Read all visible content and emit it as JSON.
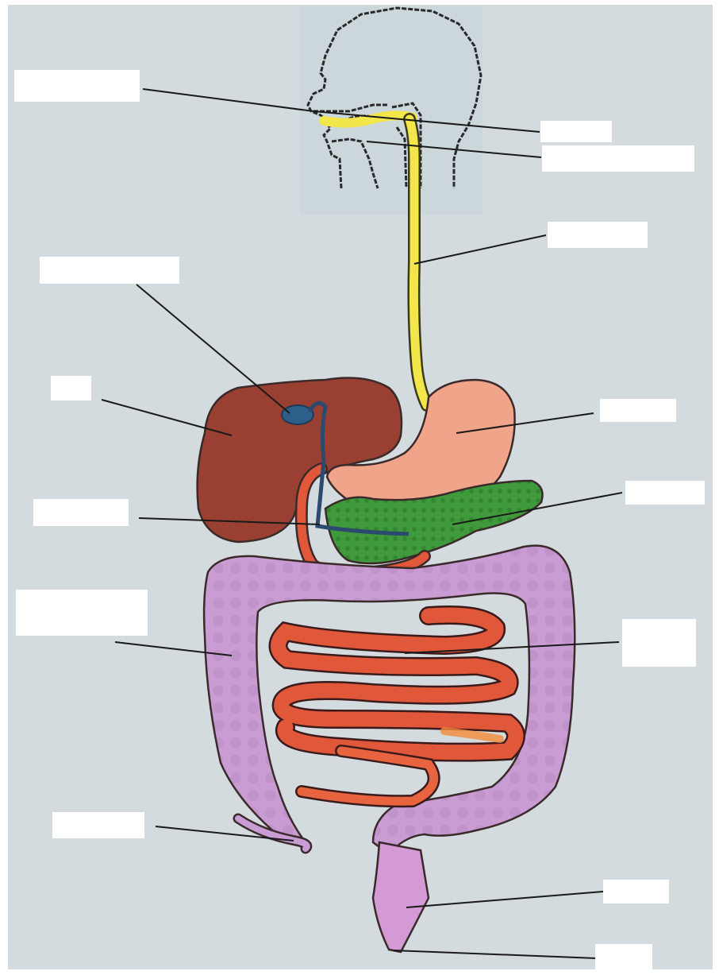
{
  "diagram": {
    "kind": "blank-labeling-worksheet",
    "colors": {
      "paper": "#d4dbdf",
      "esophagus": "#f2e64a",
      "liver": "#9a4032",
      "gallbladder": "#2c5f8a",
      "stomach": "#f0a48a",
      "pancreas": "#3f9a3c",
      "small_intestine": "#e0573a",
      "large_intestine": "#c79bd1",
      "rectum": "#d39ad6",
      "label_box": "#ffffff"
    },
    "labels": [
      {
        "id": "mouth",
        "text": ""
      },
      {
        "id": "tongue",
        "text": ""
      },
      {
        "id": "salivary-glands",
        "text": ""
      },
      {
        "id": "esophagus",
        "text": ""
      },
      {
        "id": "gallbladder",
        "text": ""
      },
      {
        "id": "liver",
        "text": ""
      },
      {
        "id": "stomach",
        "text": ""
      },
      {
        "id": "bile-duct",
        "text": ""
      },
      {
        "id": "pancreas",
        "text": ""
      },
      {
        "id": "large-intestine",
        "text": ""
      },
      {
        "id": "small-intestine",
        "text": ""
      },
      {
        "id": "appendix",
        "text": ""
      },
      {
        "id": "rectum",
        "text": ""
      },
      {
        "id": "anus",
        "text": ""
      }
    ]
  }
}
